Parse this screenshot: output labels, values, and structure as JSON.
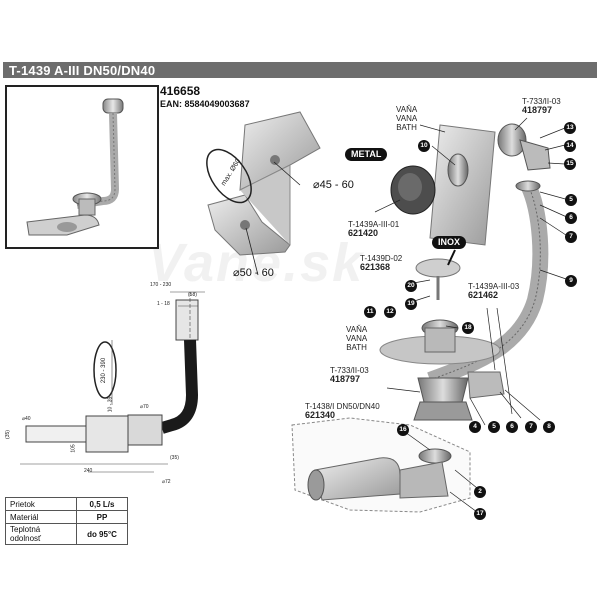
{
  "title": "T-1439 A-III DN50/DN40",
  "product": {
    "code": "416658",
    "ean": "EAN: 8584049003687"
  },
  "watermark": "Vane.sk",
  "dimensions": {
    "d1": "⌀45 - 60",
    "d2": "⌀50 - 60",
    "max": "max. Ø60",
    "range": "230 - 390",
    "w1": "170 - 230",
    "w2": "(58)",
    "w3": "1 - 18",
    "w4": "⌀70",
    "w5": "240",
    "w6": "105",
    "w7": "(35)",
    "w8": "⌀72",
    "w9": "(35)",
    "w10": "⌀40",
    "w11": "10 - 35"
  },
  "badges": {
    "metal": "METAL",
    "inox": "INOX"
  },
  "labels": {
    "vana_top": [
      "VAŇA",
      "VANA",
      "BATH"
    ],
    "t733_top": [
      "T-733/II-03",
      "418797"
    ],
    "t1439a01": [
      "T-1439A-III-01",
      "621420"
    ],
    "t1439d02": [
      "T-1439D-02",
      "621368"
    ],
    "t1439a03": [
      "T-1439A-III-03",
      "621462"
    ],
    "vana_mid": [
      "VAŇA",
      "VANA",
      "BATH"
    ],
    "t733_mid": [
      "T-733/II-03",
      "418797"
    ],
    "t1438": [
      "T-1438/I DN50/DN40",
      "621340"
    ]
  },
  "parts": [
    "13",
    "14",
    "15",
    "10",
    "5",
    "6",
    "7",
    "9",
    "20",
    "19",
    "11",
    "12",
    "18",
    "4",
    "5",
    "6",
    "7",
    "8",
    "16",
    "2",
    "17"
  ],
  "spec_table": [
    {
      "key": "Prietok",
      "value": "0,5 L/s"
    },
    {
      "key": "Materiál",
      "value": "PP"
    },
    {
      "key": "Teplotná odolnosť",
      "value": "do 95°C"
    }
  ],
  "colors": {
    "header": "#6d6d6d",
    "badge": "#111111",
    "metal": "#5a5a5a",
    "hose": "#1a1a1a",
    "grey": "#bdbdbd"
  }
}
